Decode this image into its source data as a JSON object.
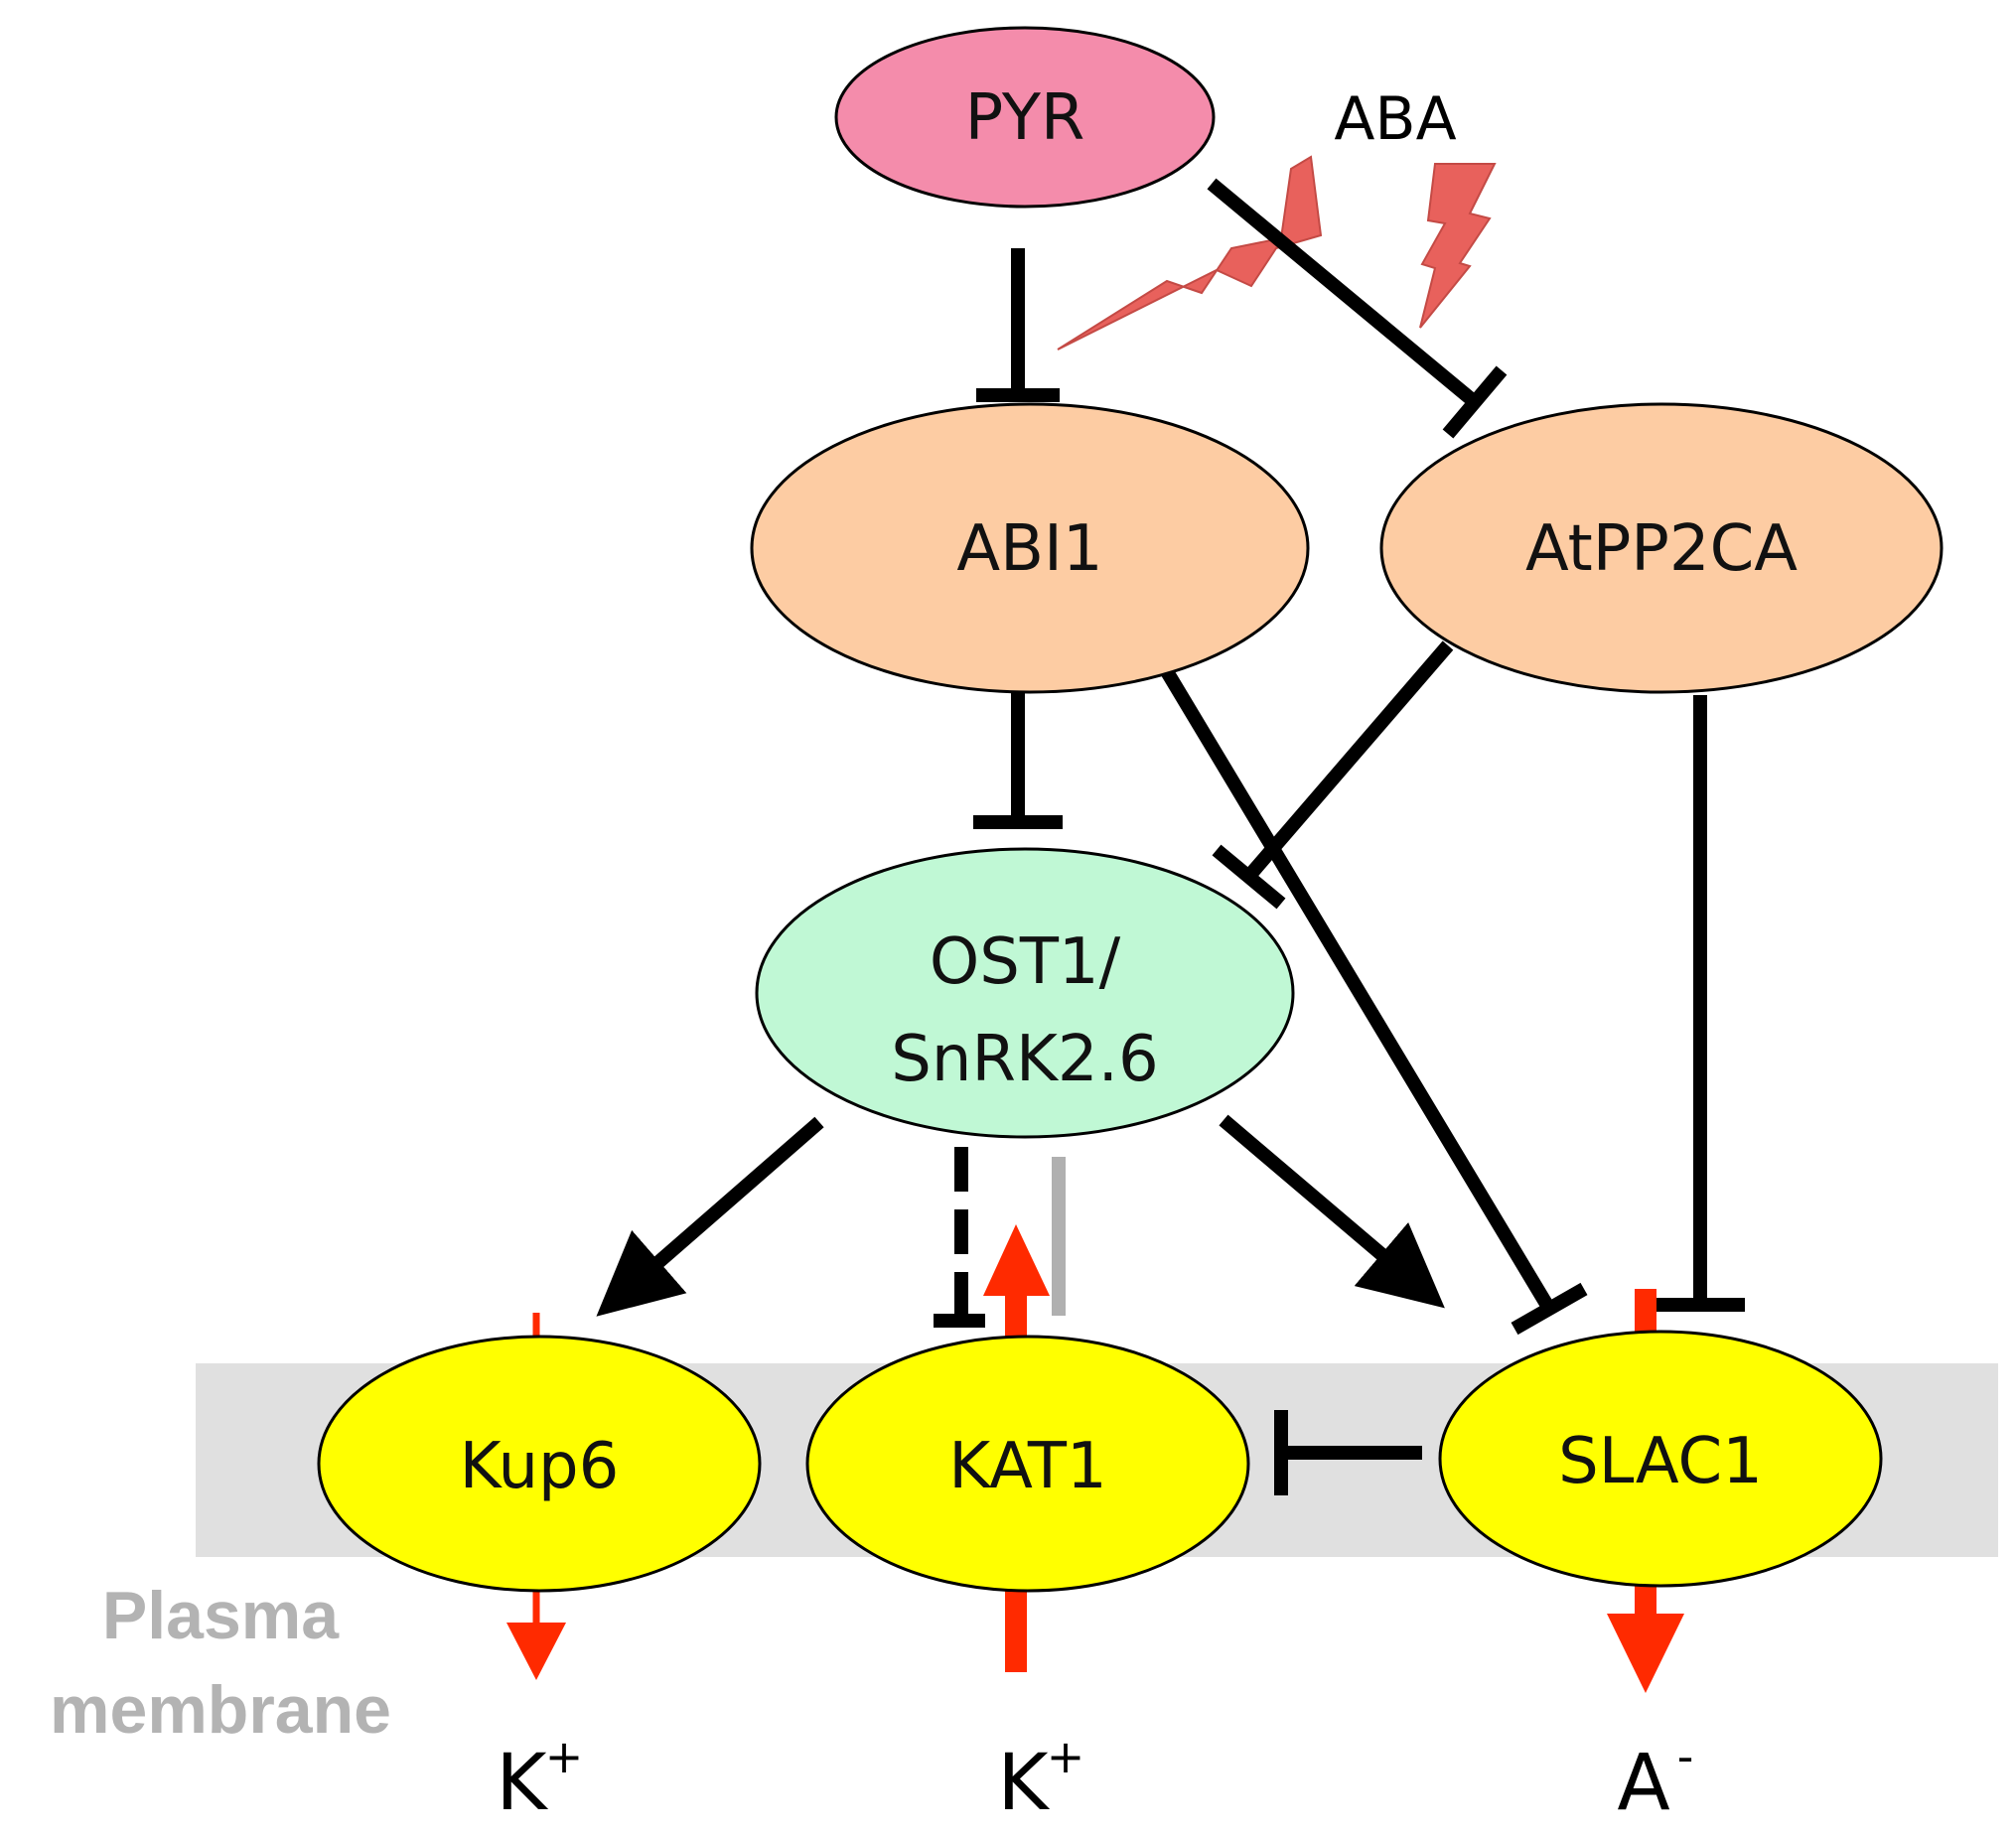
{
  "signal": {
    "label": "ABA",
    "color": "#e8615c"
  },
  "nodes": {
    "pyr": {
      "label": "PYR",
      "color": "#f48cab"
    },
    "abi1": {
      "label": "ABI1",
      "color": "#fdcca3"
    },
    "atpp2ca": {
      "label": "AtPP2CA",
      "color": "#fdcca3"
    },
    "ost1_line1": {
      "label": "OST1/",
      "color": "#c0f8d5"
    },
    "ost1_line2": {
      "label": "SnRK2.6"
    },
    "kup6": {
      "label": "Kup6",
      "color": "#ffff00"
    },
    "kat1": {
      "label": "KAT1",
      "color": "#ffff00"
    },
    "slac1": {
      "label": "SLAC1",
      "color": "#ffff00"
    }
  },
  "membrane": {
    "line1": "Plasma",
    "line2": "membrane",
    "color": "#e0e0e0"
  },
  "ions": [
    {
      "base": "K",
      "sup": "+"
    },
    {
      "base": "K",
      "sup": "+"
    },
    {
      "base": "A",
      "sup": "-"
    }
  ],
  "flux_color": "#ff2a00"
}
